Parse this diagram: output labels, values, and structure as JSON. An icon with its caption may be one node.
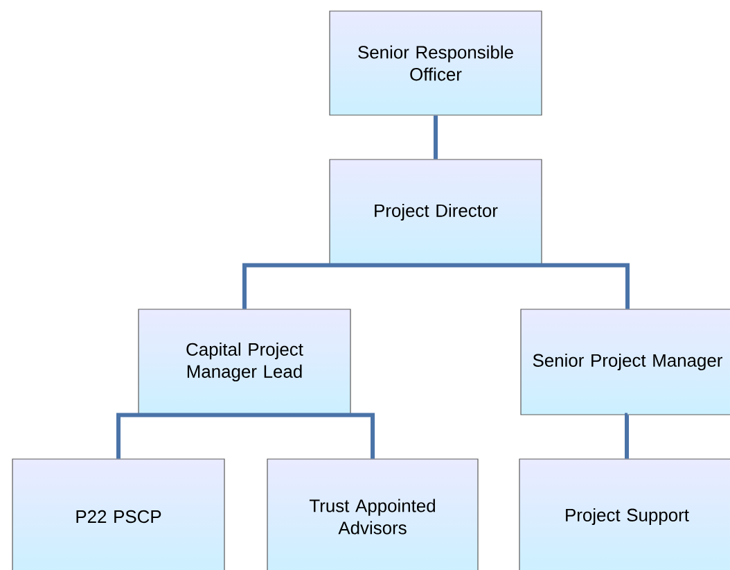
{
  "diagram": {
    "nodes": [
      {
        "text": [
          "Senior Responsible Officer"
        ]
      },
      {
        "text": [
          "Project Director"
        ]
      },
      {
        "text": [
          "Capital Project Manager Lead"
        ]
      },
      {
        "text": [
          "Senior Project Manager"
        ]
      },
      {
        "text": [
          "P22 PSCP"
        ]
      },
      {
        "text": [
          "Trust Appointed Advisors"
        ]
      },
      {
        "text": [
          "Project Support"
        ]
      }
    ],
    "edges": [
      {
        "from": 0,
        "to": 1,
        "arrow": "none"
      },
      {
        "from": 1,
        "to": 2,
        "arrow": "none"
      },
      {
        "from": 1,
        "to": 3,
        "arrow": "none"
      },
      {
        "from": 2,
        "to": 4,
        "arrow": "none"
      },
      {
        "from": 2,
        "to": 5,
        "arrow": "none"
      },
      {
        "from": 3,
        "to": 6,
        "arrow": "none"
      }
    ]
  }
}
